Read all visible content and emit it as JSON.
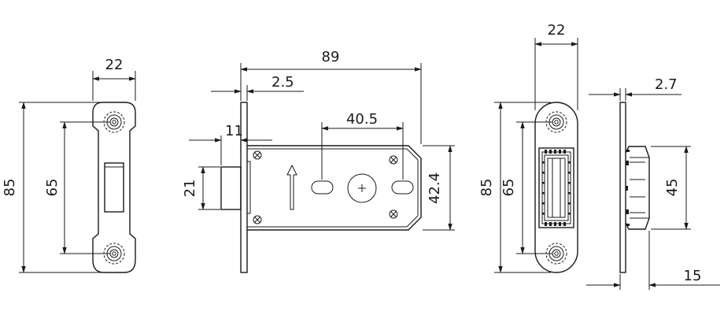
{
  "strike_front": {
    "width_label": "22",
    "height_label": "85",
    "hole_spacing_label": "65"
  },
  "lock_body": {
    "depth_label": "89",
    "faceplate_thickness_label": "2.5",
    "offset_label": "11",
    "hole_spacing_label": "40.5",
    "latch_height_label": "21",
    "body_height_label": "42.4"
  },
  "lock_front": {
    "width_label": "22",
    "height_label": "85",
    "hole_spacing_label": "65"
  },
  "lock_side": {
    "plate_thickness_label": "2.7",
    "latch_height_label": "45",
    "latch_projection_label": "15"
  }
}
